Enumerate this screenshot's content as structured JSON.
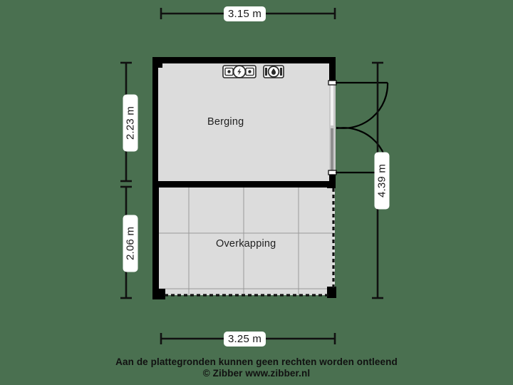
{
  "page": {
    "background_color": "#4a7050",
    "wall_color": "#000000",
    "room_fill_color": "#dcdcdc",
    "dimension_line_color": "#111111",
    "label_background": "#ffffff",
    "text_color": "#1a1a1a"
  },
  "rooms": [
    {
      "name": "Berging",
      "label": "Berging"
    },
    {
      "name": "Overkapping",
      "label": "Overkapping"
    }
  ],
  "dimensions": {
    "top": {
      "value": "3.15 m",
      "orientation": "horizontal"
    },
    "bottom": {
      "value": "3.25 m",
      "orientation": "horizontal"
    },
    "left_upper": {
      "value": "2.23 m",
      "orientation": "vertical"
    },
    "left_lower": {
      "value": "2.06 m",
      "orientation": "vertical"
    },
    "right": {
      "value": "4.39 m",
      "orientation": "vertical"
    }
  },
  "fixtures": [
    {
      "name": "electrical-meter",
      "icon": "electric-bolt-icon"
    },
    {
      "name": "water-meter",
      "icon": "water-drop-icon"
    }
  ],
  "doors": [
    {
      "name": "double-door-right",
      "type": "double-swing",
      "swing": "outward"
    }
  ],
  "footer": {
    "line1": "Aan de plattegronden kunnen geen rechten worden ontleend",
    "line2": "© Zibber www.zibber.nl"
  }
}
